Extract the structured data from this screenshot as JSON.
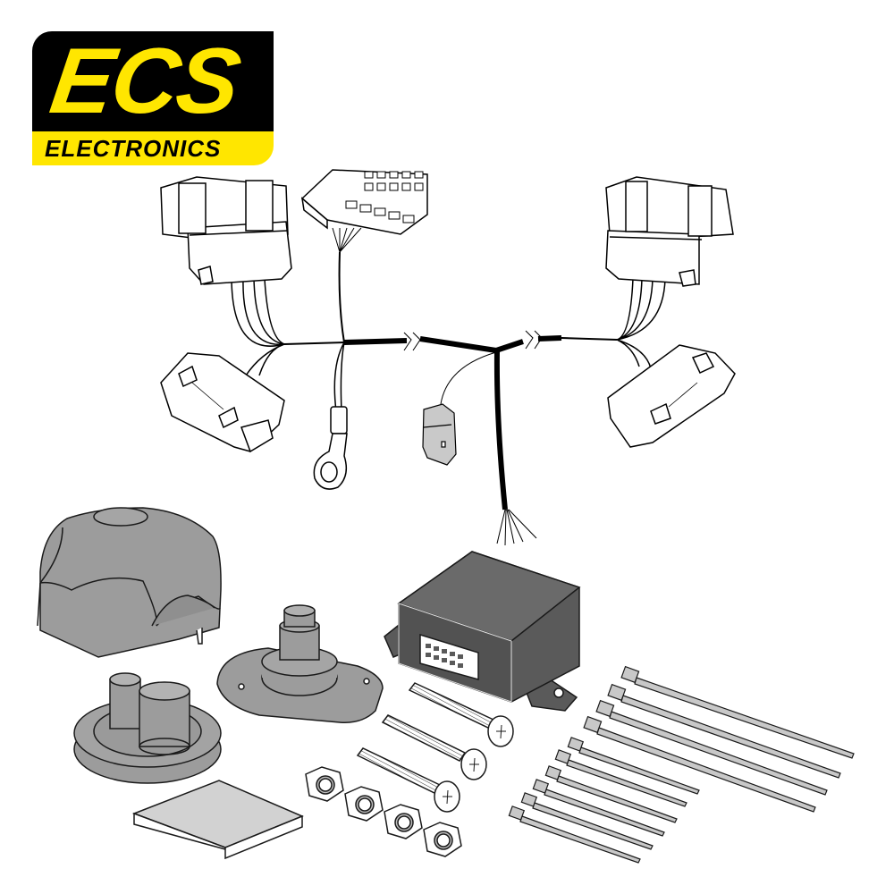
{
  "brand": {
    "name": "ECS",
    "subtitle": "ELECTRONICS",
    "colors": {
      "yellow": "#ffe600",
      "black": "#000000"
    }
  },
  "illustration": {
    "subject": "Towbar wiring kit components",
    "components": [
      {
        "id": "wiring-harness",
        "label": "Wiring harness with vehicle-specific plugs"
      },
      {
        "id": "socket-cover",
        "label": "Towbar socket housing"
      },
      {
        "id": "socket-gasket",
        "label": "Rubber gasket"
      },
      {
        "id": "mounting-plate",
        "label": "Socket mounting plate"
      },
      {
        "id": "control-module",
        "label": "Electronic control module"
      },
      {
        "id": "screws",
        "label": "Screws",
        "count": 3
      },
      {
        "id": "nuts",
        "label": "Nuts",
        "count": 4
      },
      {
        "id": "foam-pad",
        "label": "Adhesive pad"
      },
      {
        "id": "cable-ties-long",
        "label": "Long cable ties",
        "count": 4
      },
      {
        "id": "cable-ties-short",
        "label": "Short cable ties",
        "count": 6
      }
    ],
    "colors": {
      "part_grey": "#9c9c9c",
      "module_dark": "#5a5a5a",
      "tie_grey": "#c8c8c8",
      "outline": "#1a1a1a"
    }
  }
}
